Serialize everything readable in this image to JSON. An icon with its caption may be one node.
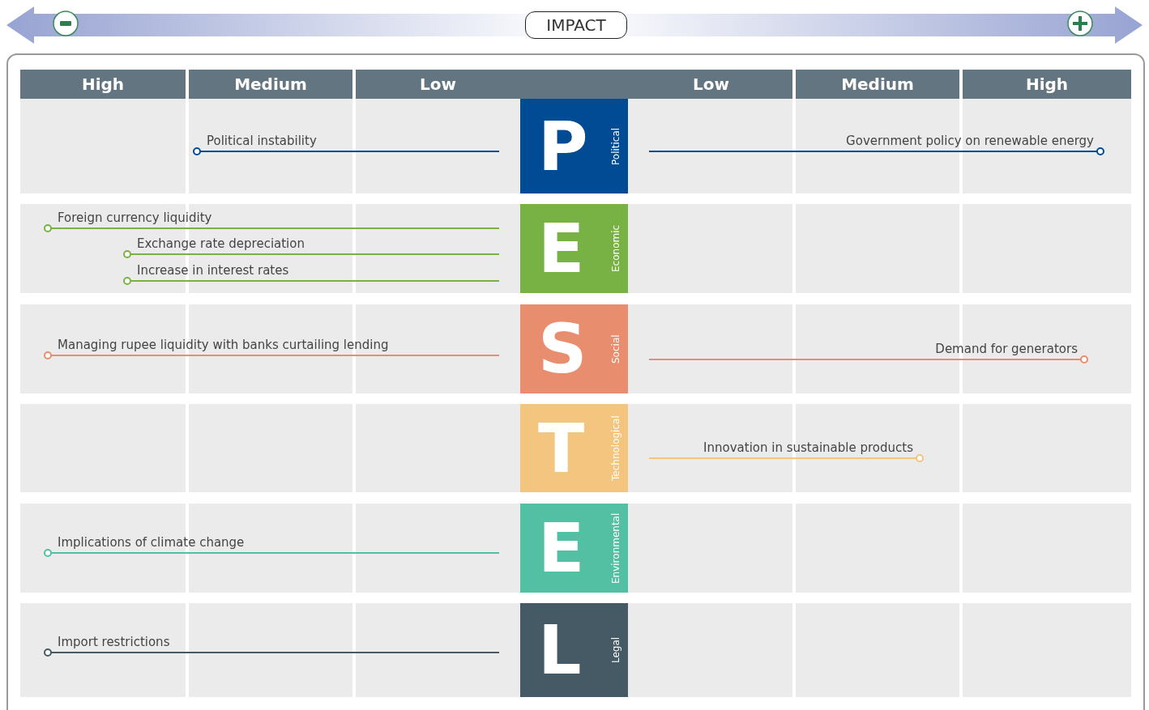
{
  "diagram": {
    "nodes": [
      {
        "text": [
          "P",
          "Political"
        ]
      },
      {
        "text": [
          "E",
          "Economic"
        ]
      },
      {
        "text": [
          "S",
          "Social"
        ]
      },
      {
        "text": [
          "T",
          "Technological"
        ]
      },
      {
        "text": [
          "E",
          "Environmental"
        ]
      },
      {
        "text": [
          "L",
          "Legal"
        ]
      }
    ],
    "labels": [
      "IMPACT",
      "High",
      "Medium",
      "Low",
      "Low",
      "Medium",
      "High",
      "Political instability",
      "Government policy on renewable energy",
      "Foreign currency liquidity",
      "Exchange rate depreciation",
      "Increase in interest rates",
      "Managing rupee liquidity with banks curtailing lending",
      "Demand for generators",
      "Innovation in sustainable products",
      "Implications of climate change",
      "Import restrictions"
    ]
  }
}
